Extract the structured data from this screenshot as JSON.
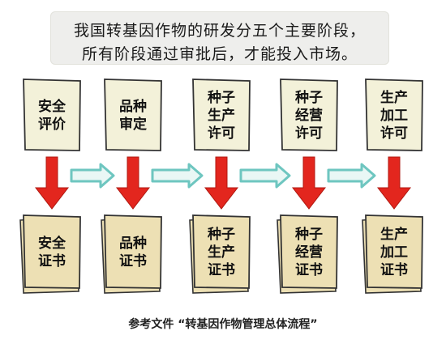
{
  "header": {
    "line1": "我国转基因作物的研发分五个主要阶段，",
    "line2": "所有阶段通过审批后，才能投入市场。"
  },
  "stages": [
    {
      "lines": [
        "安全",
        "评价"
      ]
    },
    {
      "lines": [
        "品种",
        "审定"
      ]
    },
    {
      "lines": [
        "种子",
        "生产",
        "许可"
      ]
    },
    {
      "lines": [
        "种子",
        "经营",
        "许可"
      ]
    },
    {
      "lines": [
        "生产",
        "加工",
        "许可"
      ]
    }
  ],
  "certificates": [
    {
      "lines": [
        "安全",
        "证书"
      ]
    },
    {
      "lines": [
        "品种",
        "证书"
      ]
    },
    {
      "lines": [
        "种子",
        "生产",
        "证书"
      ]
    },
    {
      "lines": [
        "种子",
        "经营",
        "证书"
      ]
    },
    {
      "lines": [
        "生产",
        "加工",
        "证书"
      ]
    }
  ],
  "footer": "参考文件 “转基因作物管理总体流程”",
  "colors": {
    "doc_fill": "#f3f1d9",
    "cert_fill": "#ede0b4",
    "stroke": "#333333",
    "red_arrow": "#e3261e",
    "cyan_arrow_stroke": "#6ec6c0",
    "cyan_arrow_fill": "#e9f7f5"
  }
}
